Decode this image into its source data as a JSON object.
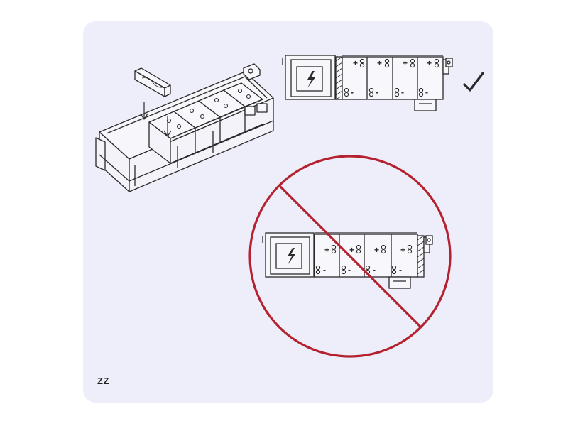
{
  "label": {
    "code": "ZZ",
    "card_color": "#eeeefa",
    "line_color": "#2a2a2a",
    "prohibit_color": "#b5222f"
  },
  "correct_panel": {
    "status": "correct",
    "status_icon": "checkmark-icon",
    "bolt_icon": "lightning-bolt-icon",
    "terminals": [
      "+",
      "-",
      "+",
      "-",
      "+",
      "-",
      "+",
      "-"
    ]
  },
  "incorrect_panel": {
    "status": "prohibited",
    "status_icon": "prohibition-circle-icon",
    "bolt_icon": "lightning-bolt-icon"
  },
  "isometric": {
    "icon": "battery-tray-isometric-icon"
  }
}
